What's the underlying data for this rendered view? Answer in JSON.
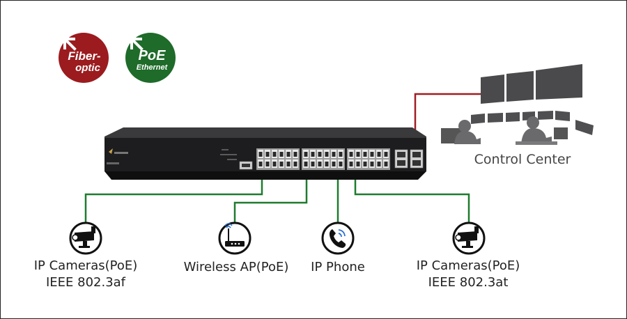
{
  "badges": {
    "fiber": {
      "line1": "Fiber-",
      "line2": "optic",
      "color": "#9b1b1f"
    },
    "poe": {
      "line1": "PoE",
      "line2": "Ethernet",
      "color": "#1e6b2a"
    }
  },
  "control_center": {
    "label": "Control Center"
  },
  "devices": [
    {
      "icon": "ip-camera-icon",
      "line1": "IP Cameras(PoE)",
      "line2": "IEEE 802.3af"
    },
    {
      "icon": "wireless-ap-icon",
      "line1": "Wireless AP(PoE)",
      "line2": ""
    },
    {
      "icon": "ip-phone-icon",
      "line1": "IP Phone",
      "line2": ""
    },
    {
      "icon": "ip-camera-icon",
      "line1": "IP Cameras(PoE)",
      "line2": "IEEE 802.3at"
    }
  ],
  "colors": {
    "fiber_line": "#a01d22",
    "poe_line": "#1e7b2e",
    "switch_body": "#1d1d1f"
  }
}
